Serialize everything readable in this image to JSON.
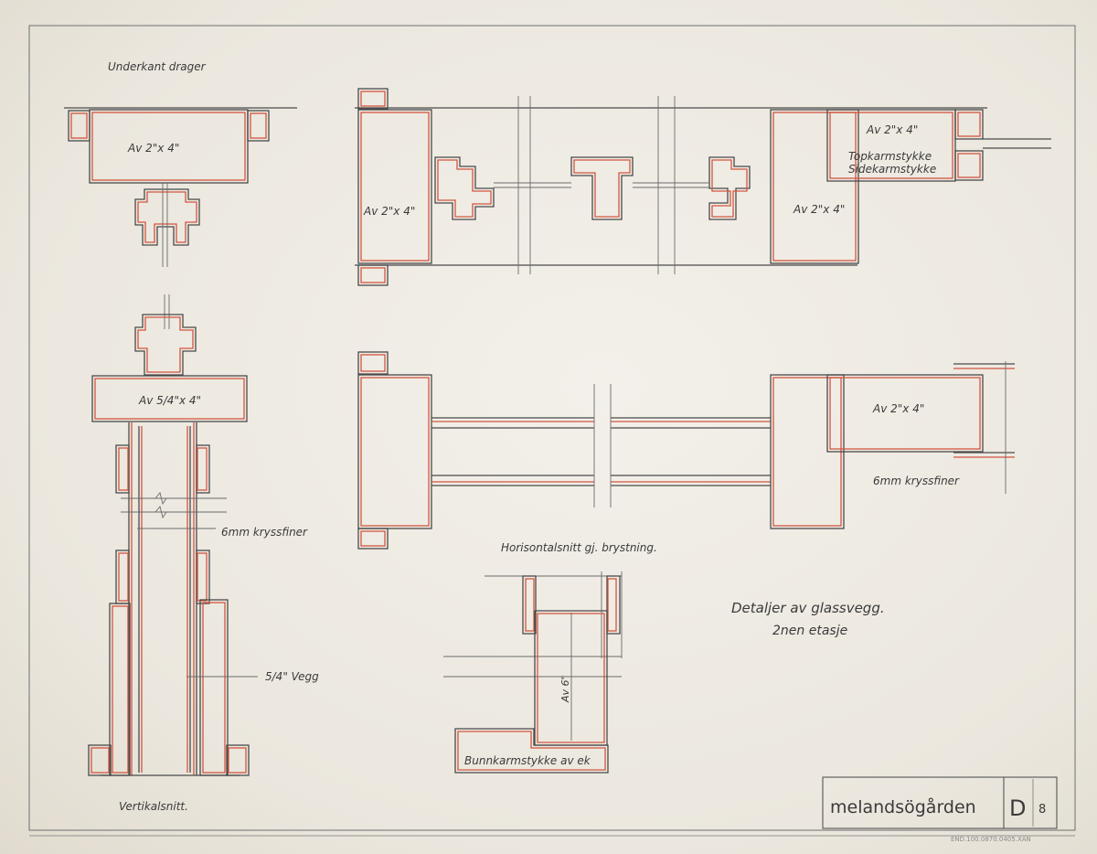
{
  "labels": {
    "underkant": "Underkant drager",
    "av2x4_a": "Av 2\"x 4\"",
    "av2x4_b": "Av 2\"x 4\"",
    "av2x4_c": "Av 2\"x 4\"",
    "av2x4_d": "Av 2\"x 4\"",
    "av2x4_e": "Av 2\"x 4\"",
    "topkarm": "Topkarmstykke",
    "sidekarm": "Sidekarmstykke",
    "av54x4": "Av 5/4\"x 4\"",
    "kryssfiner_a": "6mm kryssfiner",
    "kryssfiner_b": "6mm kryssfiner",
    "vegg": "5/4\" Vegg",
    "horisontalsnitt": "Horisontalsnitt gj. brystning.",
    "av6": "Av 6\"",
    "bunnkarm": "Bunnkarmstykke av ek",
    "vertikalsnitt": "Vertikalsnitt.",
    "detaljer": "Detaljer av glassvegg.",
    "etasje": "2nen etasje"
  },
  "titleblock": {
    "name": "melandsögården",
    "sheet": "D",
    "sheet_no": "8"
  },
  "stamp": "END.100.0870.0405.XAN"
}
